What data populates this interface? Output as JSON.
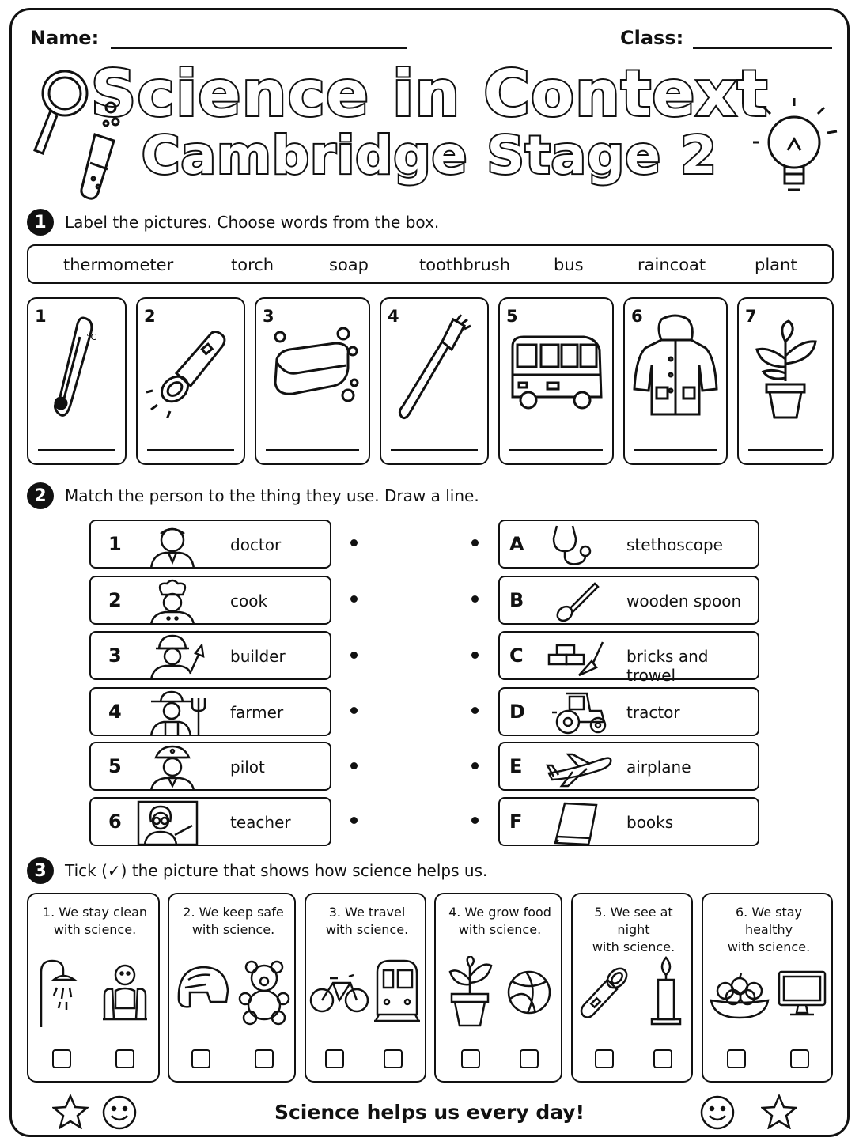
{
  "header": {
    "name_label": "Name:",
    "class_label": "Class:"
  },
  "title": {
    "line1": "Science in Context",
    "line2": "Cambridge Stage 2"
  },
  "q1": {
    "number": "1",
    "instruction": "Label the pictures. Choose words from the box.",
    "words": [
      "thermometer",
      "torch",
      "soap",
      "toothbrush",
      "bus",
      "raincoat",
      "plant"
    ],
    "cards": [
      {
        "num": "1",
        "icon": "thermometer-icon"
      },
      {
        "num": "2",
        "icon": "torch-icon"
      },
      {
        "num": "3",
        "icon": "soap-icon"
      },
      {
        "num": "4",
        "icon": "toothbrush-icon"
      },
      {
        "num": "5",
        "icon": "bus-icon"
      },
      {
        "num": "6",
        "icon": "raincoat-icon"
      },
      {
        "num": "7",
        "icon": "plant-icon"
      }
    ],
    "thermo_unit": "°C"
  },
  "q2": {
    "number": "2",
    "instruction": "Match the person to the thing they use. Draw a line.",
    "people": [
      {
        "num": "1",
        "label": "doctor",
        "icon": "doctor-icon"
      },
      {
        "num": "2",
        "label": "cook",
        "icon": "cook-icon"
      },
      {
        "num": "3",
        "label": "builder",
        "icon": "builder-icon"
      },
      {
        "num": "4",
        "label": "farmer",
        "icon": "farmer-icon"
      },
      {
        "num": "5",
        "label": "pilot",
        "icon": "pilot-icon"
      },
      {
        "num": "6",
        "label": "teacher",
        "icon": "teacher-icon"
      }
    ],
    "things": [
      {
        "letter": "A",
        "label": "stethoscope",
        "icon": "stethoscope-icon"
      },
      {
        "letter": "B",
        "label": "wooden spoon",
        "icon": "spoon-icon"
      },
      {
        "letter": "C",
        "label": "bricks and trowel",
        "icon": "bricks-trowel-icon"
      },
      {
        "letter": "D",
        "label": "tractor",
        "icon": "tractor-icon"
      },
      {
        "letter": "E",
        "label": "airplane",
        "icon": "airplane-icon"
      },
      {
        "letter": "F",
        "label": "books",
        "icon": "books-icon"
      }
    ]
  },
  "q3": {
    "number": "3",
    "instruction": "Tick (✓) the picture that shows how science helps us.",
    "items": [
      {
        "caption1": "1.  We stay clean",
        "caption2": "with science.",
        "left_icon": "shower-icon",
        "right_icon": "baby-chair-icon"
      },
      {
        "caption1": "2.  We keep safe",
        "caption2": "with science.",
        "left_icon": "helmet-icon",
        "right_icon": "teddy-bear-icon"
      },
      {
        "caption1": "3.  We  travel",
        "caption2": "with science.",
        "left_icon": "bicycle-icon",
        "right_icon": "train-icon"
      },
      {
        "caption1": "4.  We grow food",
        "caption2": "with science.",
        "left_icon": "plant-pot-icon",
        "right_icon": "ball-icon"
      },
      {
        "caption1": "5.  We see at night",
        "caption2": "with science.",
        "left_icon": "torch-icon",
        "right_icon": "candle-icon"
      },
      {
        "caption1": "6.  We stay healthy",
        "caption2": "with science.",
        "left_icon": "fruit-bowl-icon",
        "right_icon": "computer-icon"
      }
    ]
  },
  "footer": {
    "text": "Science helps us every day!"
  }
}
